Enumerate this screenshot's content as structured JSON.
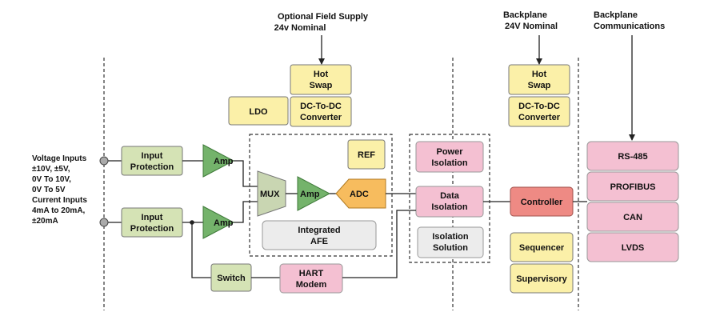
{
  "top_labels": {
    "field_supply": [
      "Optional Field Supply",
      "24v Nominal"
    ],
    "backplane_power": [
      "Backplane",
      "24V Nominal"
    ],
    "backplane_comm": [
      "Backplane",
      "Communications"
    ]
  },
  "inputs": {
    "lines": [
      "Voltage Inputs",
      "±10V, ±5V,",
      "0V To 10V,",
      "0V To 5V",
      "Current Inputs",
      "4mA to 20mA,",
      "±20mA"
    ]
  },
  "blocks": {
    "hot_swap_1": [
      "Hot",
      "Swap"
    ],
    "ldo": [
      "LDO"
    ],
    "dcdc_1": [
      "DC-To-DC",
      "Converter"
    ],
    "hot_swap_2": [
      "Hot",
      "Swap"
    ],
    "dcdc_2": [
      "DC-To-DC",
      "Converter"
    ],
    "input_protection_1": [
      "Input",
      "Protection"
    ],
    "input_protection_2": [
      "Input",
      "Protection"
    ],
    "amp_1": [
      "Amp"
    ],
    "amp_2": [
      "Amp"
    ],
    "mux": [
      "MUX"
    ],
    "amp_3": [
      "Amp"
    ],
    "ref": [
      "REF"
    ],
    "adc": [
      "ADC"
    ],
    "integrated_afe": [
      "Integrated",
      "AFE"
    ],
    "power_isolation": [
      "Power",
      "Isolation"
    ],
    "data_isolation": [
      "Data",
      "Isolation"
    ],
    "isolation_solution": [
      "Isolation",
      "Solution"
    ],
    "controller": [
      "Controller"
    ],
    "sequencer": [
      "Sequencer"
    ],
    "supervisory": [
      "Supervisory"
    ],
    "switch": [
      "Switch"
    ],
    "hart_modem": [
      "HART",
      "Modem"
    ],
    "rs485": [
      "RS-485"
    ],
    "profibus": [
      "PROFIBUS"
    ],
    "can": [
      "CAN"
    ],
    "lvds": [
      "LVDS"
    ]
  },
  "colors": {
    "yellow": "#fbf0a8",
    "green_block": "#d5e3b5",
    "green_amp": "#74b36b",
    "mux": "#c9d6b2",
    "orange_adc": "#f7bc5e",
    "pink": "#f4c0d2",
    "red_controller": "#ee8a84",
    "gray": "#ececec",
    "stroke": "#555555"
  }
}
